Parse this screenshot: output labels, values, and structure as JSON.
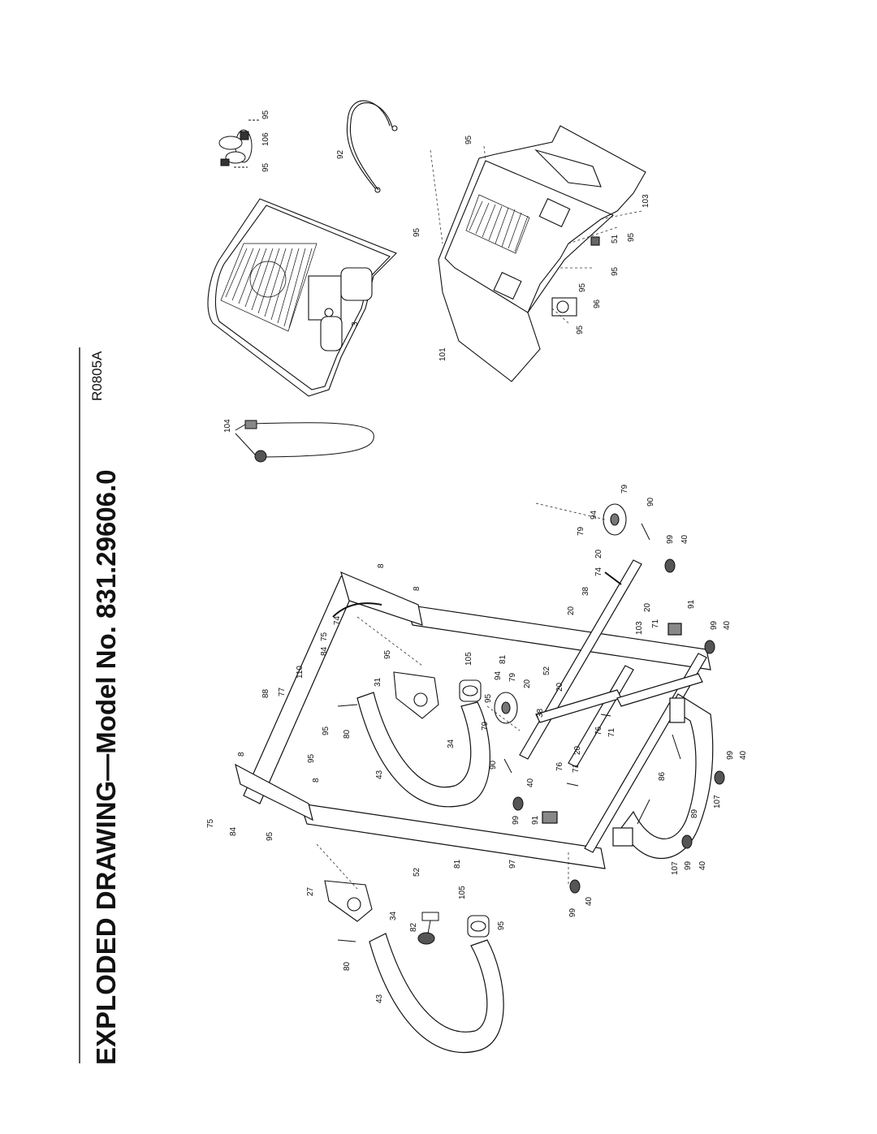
{
  "title": "EXPLODED DRAWING—Model No. 831.29606.0",
  "drawing_code": "R0805A",
  "part_labels": {
    "p95a": "95",
    "p106": "106",
    "p95b": "95",
    "p92": "92",
    "p104": "104",
    "p3": "3",
    "p95c": "95",
    "p95d": "95",
    "p103a": "103",
    "p51": "51",
    "p95e": "95",
    "p95f": "95",
    "p95g": "95",
    "p96": "96",
    "p95h": "95",
    "p101": "101",
    "p8a": "8",
    "p8b": "8",
    "p74a": "74",
    "p75a": "75",
    "p84a": "84",
    "p95i": "95",
    "p110": "110",
    "p88": "88",
    "p77": "77",
    "p31": "31",
    "p105a": "105",
    "p81a": "81",
    "p52a": "52",
    "p95j": "95",
    "p94a": "94",
    "p79a": "79",
    "p20a": "20",
    "p20b": "20",
    "p38a": "38",
    "p79b": "79",
    "p34a": "34",
    "p80a": "80",
    "p95k": "95",
    "p95l": "95",
    "p8c": "8",
    "p95m": "95",
    "p8d": "8",
    "p43a": "43",
    "p90a": "90",
    "p40a": "40",
    "p99a": "99",
    "p91a": "91",
    "p76a": "76",
    "p71a": "71",
    "p20c": "20",
    "p75b": "75",
    "p84b": "84",
    "p95n": "95",
    "p97": "97",
    "p52b": "52",
    "p81b": "81",
    "p27": "27",
    "p34b": "34",
    "p82": "82",
    "p105b": "105",
    "p95o": "95",
    "p80b": "80",
    "p43b": "43",
    "p99b": "99",
    "p40b": "40",
    "p79c": "79",
    "p94b": "94",
    "p79d": "79",
    "p90b": "90",
    "p20d": "20",
    "p74b": "74",
    "p38b": "38",
    "p20e": "20",
    "p99c": "99",
    "p40c": "40",
    "p103b": "103",
    "p20f": "20",
    "p71b": "71",
    "p91b": "91",
    "p99d": "99",
    "p40d": "40",
    "p76b": "76",
    "p71c": "71",
    "p86": "86",
    "p89": "89",
    "p107a": "107",
    "p99e": "99",
    "p40e": "40",
    "p107b": "107",
    "p99f": "99",
    "p40f": "40"
  }
}
